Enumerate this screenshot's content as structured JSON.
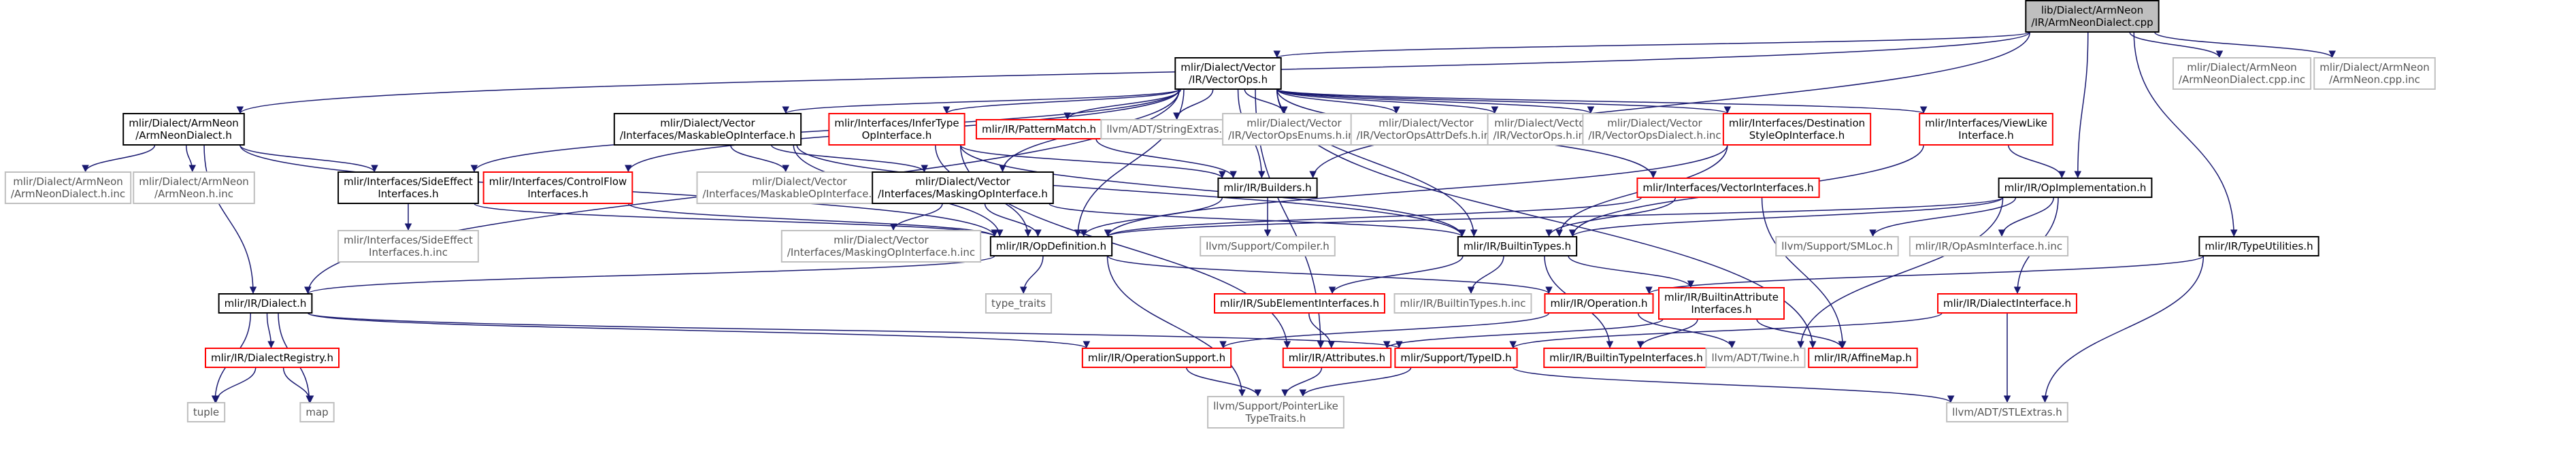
{
  "nodes": [
    {
      "id": "root",
      "lines": [
        "lib/Dialect/ArmNeon",
        "/IR/ArmNeonDialect.cpp"
      ],
      "style": "root"
    },
    {
      "id": "vectorops_h",
      "lines": [
        "mlir/Dialect/Vector",
        "/IR/VectorOps.h"
      ],
      "style": "normal"
    },
    {
      "id": "armneon_cpp_inc",
      "lines": [
        "mlir/Dialect/ArmNeon",
        "/ArmNeonDialect.cpp.inc"
      ],
      "style": "leaf"
    },
    {
      "id": "armneon_cpp_inc2",
      "lines": [
        "mlir/Dialect/ArmNeon",
        "/ArmNeon.cpp.inc"
      ],
      "style": "leaf"
    },
    {
      "id": "armneondialect_h",
      "lines": [
        "mlir/Dialect/ArmNeon",
        "/ArmNeonDialect.h"
      ],
      "style": "normal"
    },
    {
      "id": "maskable_h",
      "lines": [
        "mlir/Dialect/Vector",
        "/Interfaces/MaskableOpInterface.h"
      ],
      "style": "normal"
    },
    {
      "id": "infertype_h",
      "lines": [
        "mlir/Interfaces/InferType",
        "OpInterface.h"
      ],
      "style": "red"
    },
    {
      "id": "patternmatch_h",
      "lines": [
        "mlir/IR/PatternMatch.h"
      ],
      "style": "red"
    },
    {
      "id": "stringextras_h",
      "lines": [
        "llvm/ADT/StringExtras.h"
      ],
      "style": "leaf"
    },
    {
      "id": "vectoropsenums_inc",
      "lines": [
        "mlir/Dialect/Vector",
        "/IR/VectorOpsEnums.h.inc"
      ],
      "style": "leaf"
    },
    {
      "id": "vectoropsattrdefs_inc",
      "lines": [
        "mlir/Dialect/Vector",
        "/IR/VectorOpsAttrDefs.h.inc"
      ],
      "style": "leaf"
    },
    {
      "id": "vectorops_inc",
      "lines": [
        "mlir/Dialect/Vector",
        "/IR/VectorOps.h.inc"
      ],
      "style": "leaf"
    },
    {
      "id": "vectoropsdialect_inc",
      "lines": [
        "mlir/Dialect/Vector",
        "/IR/VectorOpsDialect.h.inc"
      ],
      "style": "leaf"
    },
    {
      "id": "destinationstyle_h",
      "lines": [
        "mlir/Interfaces/Destination",
        "StyleOpInterface.h"
      ],
      "style": "red"
    },
    {
      "id": "viewlike_h",
      "lines": [
        "mlir/Interfaces/ViewLike",
        "Interface.h"
      ],
      "style": "red"
    },
    {
      "id": "armneondialect_h_inc",
      "lines": [
        "mlir/Dialect/ArmNeon",
        "/ArmNeonDialect.h.inc"
      ],
      "style": "leaf"
    },
    {
      "id": "armneon_h_inc",
      "lines": [
        "mlir/Dialect/ArmNeon",
        "/ArmNeon.h.inc"
      ],
      "style": "leaf"
    },
    {
      "id": "sideeffect_h",
      "lines": [
        "mlir/Interfaces/SideEffect",
        "Interfaces.h"
      ],
      "style": "normal"
    },
    {
      "id": "controlflow_h",
      "lines": [
        "mlir/Interfaces/ControlFlow",
        "Interfaces.h"
      ],
      "style": "red"
    },
    {
      "id": "maskable_h_inc",
      "lines": [
        "mlir/Dialect/Vector",
        "/Interfaces/MaskableOpInterface.h.inc"
      ],
      "style": "leaf"
    },
    {
      "id": "masking_h",
      "lines": [
        "mlir/Dialect/Vector",
        "/Interfaces/MaskingOpInterface.h"
      ],
      "style": "normal"
    },
    {
      "id": "builders_h",
      "lines": [
        "mlir/IR/Builders.h"
      ],
      "style": "normal"
    },
    {
      "id": "vectorinterfaces_h",
      "lines": [
        "mlir/Interfaces/VectorInterfaces.h"
      ],
      "style": "red"
    },
    {
      "id": "opimplementation_h",
      "lines": [
        "mlir/IR/OpImplementation.h"
      ],
      "style": "normal"
    },
    {
      "id": "sideeffect_h_inc",
      "lines": [
        "mlir/Interfaces/SideEffect",
        "Interfaces.h.inc"
      ],
      "style": "leaf"
    },
    {
      "id": "masking_h_inc",
      "lines": [
        "mlir/Dialect/Vector",
        "/Interfaces/MaskingOpInterface.h.inc"
      ],
      "style": "leaf"
    },
    {
      "id": "opdefinition_h",
      "lines": [
        "mlir/IR/OpDefinition.h"
      ],
      "style": "normal"
    },
    {
      "id": "compiler_h",
      "lines": [
        "llvm/Support/Compiler.h"
      ],
      "style": "leaf"
    },
    {
      "id": "builtintypes_h",
      "lines": [
        "mlir/IR/BuiltinTypes.h"
      ],
      "style": "normal"
    },
    {
      "id": "smloc_h",
      "lines": [
        "llvm/Support/SMLoc.h"
      ],
      "style": "leaf"
    },
    {
      "id": "opasminterface_inc",
      "lines": [
        "mlir/IR/OpAsmInterface.h.inc"
      ],
      "style": "leaf"
    },
    {
      "id": "typeutilities_h",
      "lines": [
        "mlir/IR/TypeUtilities.h"
      ],
      "style": "normal"
    },
    {
      "id": "dialect_h",
      "lines": [
        "mlir/IR/Dialect.h"
      ],
      "style": "normal"
    },
    {
      "id": "type_traits",
      "lines": [
        "type_traits"
      ],
      "style": "leaf"
    },
    {
      "id": "subelement_h",
      "lines": [
        "mlir/IR/SubElementInterfaces.h"
      ],
      "style": "red"
    },
    {
      "id": "builtintypes_inc",
      "lines": [
        "mlir/IR/BuiltinTypes.h.inc"
      ],
      "style": "leaf"
    },
    {
      "id": "operation_h",
      "lines": [
        "mlir/IR/Operation.h"
      ],
      "style": "red"
    },
    {
      "id": "builtinattrif_h",
      "lines": [
        "mlir/IR/BuiltinAttribute",
        "Interfaces.h"
      ],
      "style": "red"
    },
    {
      "id": "dialectinterface_h",
      "lines": [
        "mlir/IR/DialectInterface.h"
      ],
      "style": "red"
    },
    {
      "id": "dialectregistry_h",
      "lines": [
        "mlir/IR/DialectRegistry.h"
      ],
      "style": "red"
    },
    {
      "id": "operationsupport_h",
      "lines": [
        "mlir/IR/OperationSupport.h"
      ],
      "style": "red"
    },
    {
      "id": "attributes_h",
      "lines": [
        "mlir/IR/Attributes.h"
      ],
      "style": "red"
    },
    {
      "id": "typeid_h",
      "lines": [
        "mlir/Support/TypeID.h"
      ],
      "style": "red"
    },
    {
      "id": "builtintypeif_h",
      "lines": [
        "mlir/IR/BuiltinTypeInterfaces.h"
      ],
      "style": "red"
    },
    {
      "id": "twine_h",
      "lines": [
        "llvm/ADT/Twine.h"
      ],
      "style": "leaf"
    },
    {
      "id": "affinemap_h",
      "lines": [
        "mlir/IR/AffineMap.h"
      ],
      "style": "red"
    },
    {
      "id": "tuple",
      "lines": [
        "tuple"
      ],
      "style": "leaf"
    },
    {
      "id": "map",
      "lines": [
        "map"
      ],
      "style": "leaf"
    },
    {
      "id": "pointerlike_h",
      "lines": [
        "llvm/Support/PointerLike",
        "TypeTraits.h"
      ],
      "style": "leaf"
    },
    {
      "id": "stlextras_h",
      "lines": [
        "llvm/ADT/STLExtras.h"
      ],
      "style": "leaf"
    }
  ],
  "edges": [
    [
      "root",
      "vectorops_h"
    ],
    [
      "root",
      "armneon_cpp_inc"
    ],
    [
      "root",
      "armneon_cpp_inc2"
    ],
    [
      "root",
      "armneondialect_h"
    ],
    [
      "root",
      "opimplementation_h"
    ],
    [
      "root",
      "typeutilities_h"
    ],
    [
      "root",
      "builders_h"
    ],
    [
      "vectorops_h",
      "maskable_h"
    ],
    [
      "vectorops_h",
      "infertype_h"
    ],
    [
      "vectorops_h",
      "patternmatch_h"
    ],
    [
      "vectorops_h",
      "stringextras_h"
    ],
    [
      "vectorops_h",
      "vectoropsenums_inc"
    ],
    [
      "vectorops_h",
      "vectoropsattrdefs_inc"
    ],
    [
      "vectorops_h",
      "vectorops_inc"
    ],
    [
      "vectorops_h",
      "vectoropsdialect_inc"
    ],
    [
      "vectorops_h",
      "destinationstyle_h"
    ],
    [
      "vectorops_h",
      "viewlike_h"
    ],
    [
      "vectorops_h",
      "sideeffect_h"
    ],
    [
      "vectorops_h",
      "controlflow_h"
    ],
    [
      "vectorops_h",
      "masking_h"
    ],
    [
      "vectorops_h",
      "builders_h"
    ],
    [
      "vectorops_h",
      "vectorinterfaces_h"
    ],
    [
      "vectorops_h",
      "opdefinition_h"
    ],
    [
      "vectorops_h",
      "builtintypes_h"
    ],
    [
      "vectorops_h",
      "dialect_h"
    ],
    [
      "vectorops_h",
      "affinemap_h"
    ],
    [
      "vectorops_h",
      "attributes_h"
    ],
    [
      "armneondialect_h",
      "armneondialect_h_inc"
    ],
    [
      "armneondialect_h",
      "armneon_h_inc"
    ],
    [
      "armneondialect_h",
      "sideeffect_h"
    ],
    [
      "armneondialect_h",
      "opdefinition_h"
    ],
    [
      "armneondialect_h",
      "dialect_h"
    ],
    [
      "maskable_h",
      "maskable_h_inc"
    ],
    [
      "maskable_h",
      "masking_h"
    ],
    [
      "maskable_h",
      "opdefinition_h"
    ],
    [
      "maskable_h",
      "builtintypes_h"
    ],
    [
      "infertype_h",
      "builders_h"
    ],
    [
      "infertype_h",
      "opdefinition_h"
    ],
    [
      "infertype_h",
      "builtintypes_h"
    ],
    [
      "infertype_h",
      "attributes_h"
    ],
    [
      "patternmatch_h",
      "builders_h"
    ],
    [
      "destinationstyle_h",
      "builtintypes_h"
    ],
    [
      "destinationstyle_h",
      "opdefinition_h"
    ],
    [
      "viewlike_h",
      "opimplementation_h"
    ],
    [
      "viewlike_h",
      "builtintypes_h"
    ],
    [
      "sideeffect_h",
      "sideeffect_h_inc"
    ],
    [
      "sideeffect_h",
      "opdefinition_h"
    ],
    [
      "controlflow_h",
      "opdefinition_h"
    ],
    [
      "masking_h",
      "masking_h_inc"
    ],
    [
      "masking_h",
      "opdefinition_h"
    ],
    [
      "masking_h",
      "builtintypes_h"
    ],
    [
      "builders_h",
      "opdefinition_h"
    ],
    [
      "builders_h",
      "compiler_h"
    ],
    [
      "vectorinterfaces_h",
      "builtintypes_h"
    ],
    [
      "vectorinterfaces_h",
      "opdefinition_h"
    ],
    [
      "vectorinterfaces_h",
      "affinemap_h"
    ],
    [
      "opimplementation_h",
      "opdefinition_h"
    ],
    [
      "opimplementation_h",
      "builtintypes_h"
    ],
    [
      "opimplementation_h",
      "smloc_h"
    ],
    [
      "opimplementation_h",
      "opasminterface_inc"
    ],
    [
      "opimplementation_h",
      "dialectinterface_h"
    ],
    [
      "opimplementation_h",
      "twine_h"
    ],
    [
      "typeutilities_h",
      "operation_h"
    ],
    [
      "typeutilities_h",
      "stlextras_h"
    ],
    [
      "opdefinition_h",
      "dialect_h"
    ],
    [
      "opdefinition_h",
      "operation_h"
    ],
    [
      "opdefinition_h",
      "type_traits"
    ],
    [
      "opdefinition_h",
      "pointerlike_h"
    ],
    [
      "builtintypes_h",
      "subelement_h"
    ],
    [
      "builtintypes_h",
      "builtintypes_inc"
    ],
    [
      "builtintypes_h",
      "builtinattrif_h"
    ],
    [
      "builtintypes_h",
      "builtintypeif_h"
    ],
    [
      "dialect_h",
      "dialectregistry_h"
    ],
    [
      "dialect_h",
      "operationsupport_h"
    ],
    [
      "dialect_h",
      "tuple"
    ],
    [
      "dialect_h",
      "map"
    ],
    [
      "dialect_h",
      "typeid_h"
    ],
    [
      "subelement_h",
      "attributes_h"
    ],
    [
      "operation_h",
      "operationsupport_h"
    ],
    [
      "operation_h",
      "twine_h"
    ],
    [
      "builtinattrif_h",
      "attributes_h"
    ],
    [
      "builtinattrif_h",
      "builtintypeif_h"
    ],
    [
      "builtinattrif_h",
      "affinemap_h"
    ],
    [
      "dialectinterface_h",
      "typeid_h"
    ],
    [
      "dialectinterface_h",
      "stlextras_h"
    ],
    [
      "dialectregistry_h",
      "tuple"
    ],
    [
      "dialectregistry_h",
      "map"
    ],
    [
      "operationsupport_h",
      "pointerlike_h"
    ],
    [
      "attributes_h",
      "pointerlike_h"
    ],
    [
      "typeid_h",
      "pointerlike_h"
    ],
    [
      "typeid_h",
      "stlextras_h"
    ]
  ],
  "colors": {
    "edge": "#191970",
    "normal_border": "#000000",
    "red_border": "#ff0000",
    "leaf_border": "#bfbfbf",
    "root_fill": "#bfbfbf",
    "text": "#000000",
    "leaf_text": "#555555"
  }
}
